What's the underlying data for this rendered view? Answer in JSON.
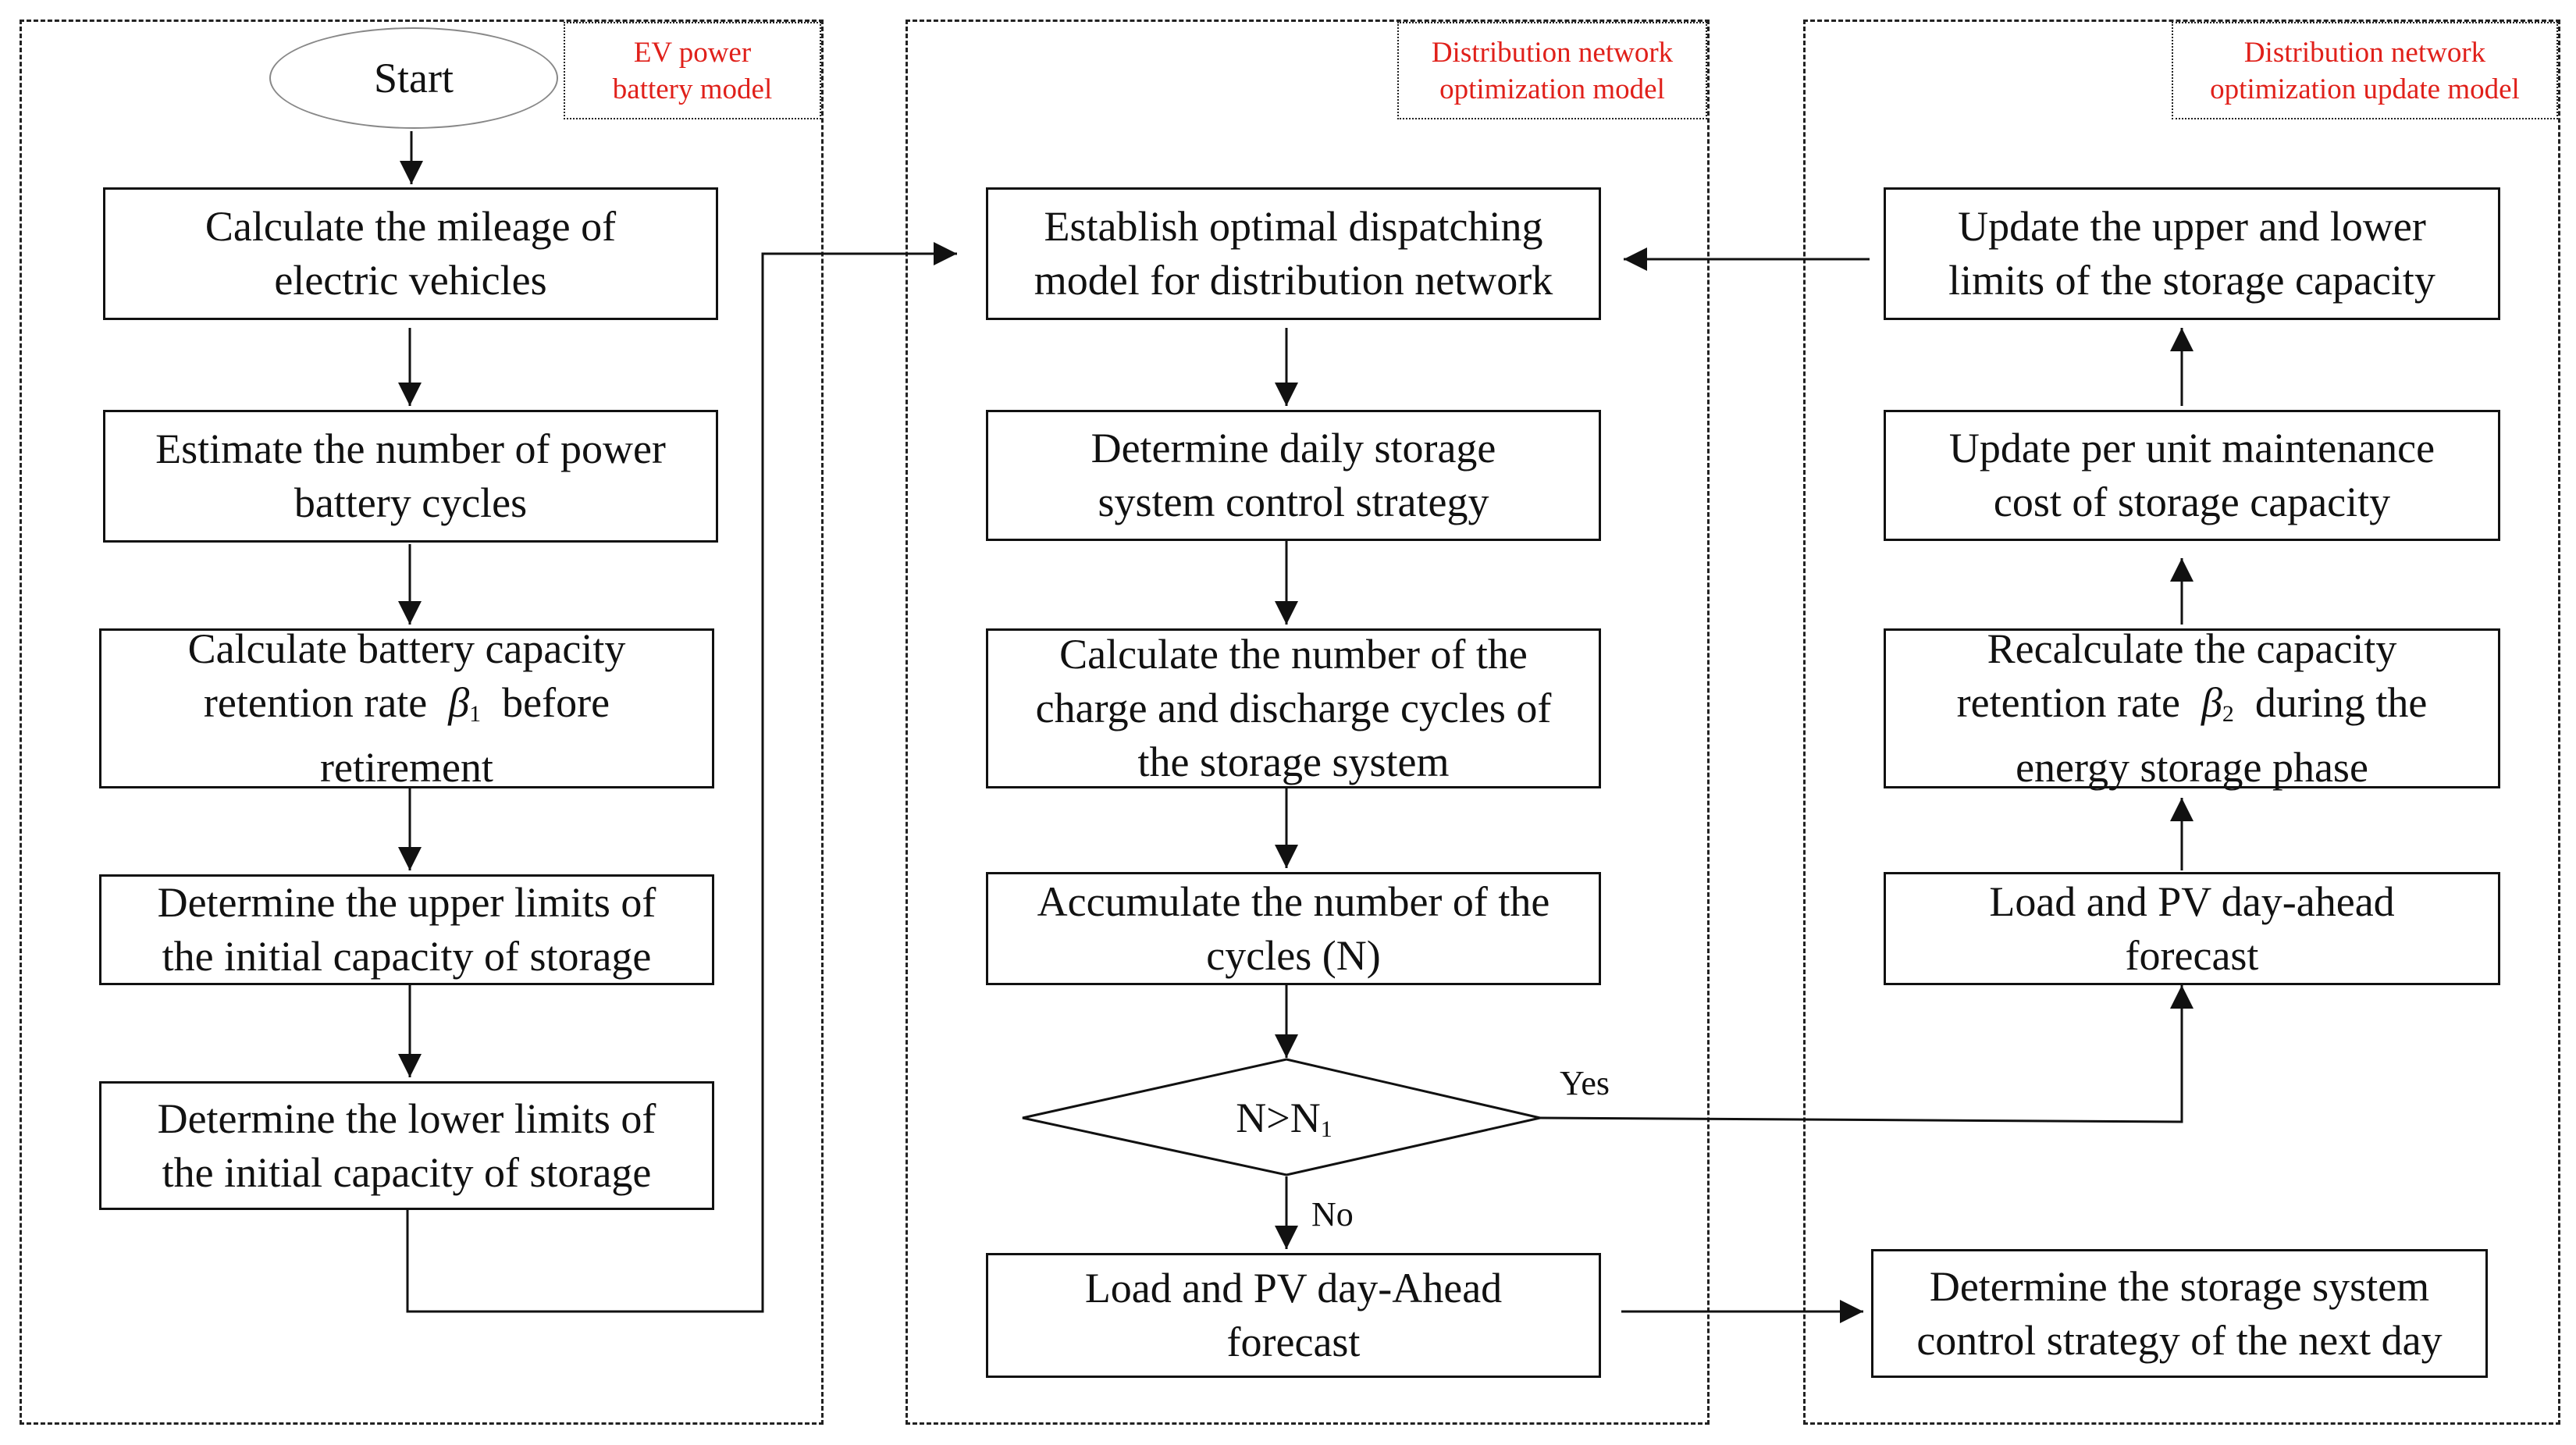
{
  "panels": {
    "ev": {
      "tag": [
        "EV power",
        "battery model"
      ]
    },
    "dist": {
      "tag": [
        "Distribution network",
        "optimization model"
      ]
    },
    "update": {
      "tag": [
        "Distribution network",
        "optimization update model"
      ]
    }
  },
  "start": "Start",
  "left": {
    "mileage": [
      "Calculate the mileage of",
      "electric vehicles"
    ],
    "cycles": [
      "Estimate the number of power",
      "battery cycles"
    ],
    "retention": {
      "line1": "Calculate  battery capacity",
      "line2_pre": "retention rate",
      "sym": "β",
      "sub": "1",
      "line2_post": "before",
      "line3": "retirement"
    },
    "upper": [
      "Determine the upper limits of",
      "the initial capacity of  storage"
    ],
    "lower": [
      "Determine the lower limits of",
      "the initial capacity of  storage"
    ]
  },
  "middle": {
    "establish": [
      "Establish optimal dispatching",
      "model for distribution network"
    ],
    "daily": [
      "Determine daily  storage",
      "system control strategy"
    ],
    "charge": [
      "Calculate the number of the",
      "charge and discharge cycles of",
      "the storage system"
    ],
    "accumulate": [
      "Accumulate the number of the",
      "cycles (N)"
    ],
    "decision": {
      "lhs": "N>N",
      "sub": "1"
    },
    "yes": "Yes",
    "no": "No",
    "forecast": [
      "Load and PV day-Ahead",
      "forecast"
    ]
  },
  "right": {
    "update_limits": [
      "Update the upper and lower",
      "limits of the storage capacity"
    ],
    "update_cost": [
      "Update per unit maintenance",
      "cost of  storage capacity"
    ],
    "recalc": {
      "line1": "Recalculate the capacity",
      "line2_pre": "retention rate",
      "sym": "β",
      "sub": "2",
      "line2_post": "during the",
      "line3": "energy storage phase"
    },
    "forecast": [
      "Load and PV day-ahead",
      "forecast"
    ],
    "next_day": [
      "Determine the storage system",
      "control strategy of the next day"
    ]
  },
  "colors": {
    "tag_text": "#e0201a",
    "line": "#111111"
  }
}
